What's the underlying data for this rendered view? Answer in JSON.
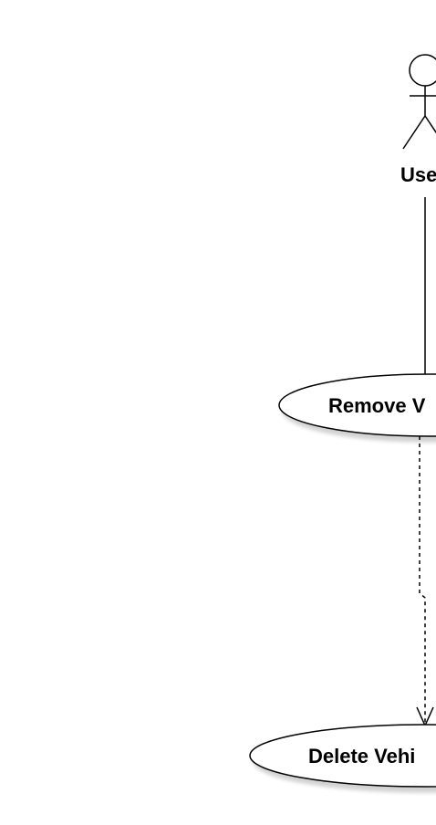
{
  "diagram": {
    "actor": {
      "label": "Use"
    },
    "use_cases": [
      {
        "label": "Remove V"
      },
      {
        "label": "Delete Vehi"
      }
    ]
  }
}
